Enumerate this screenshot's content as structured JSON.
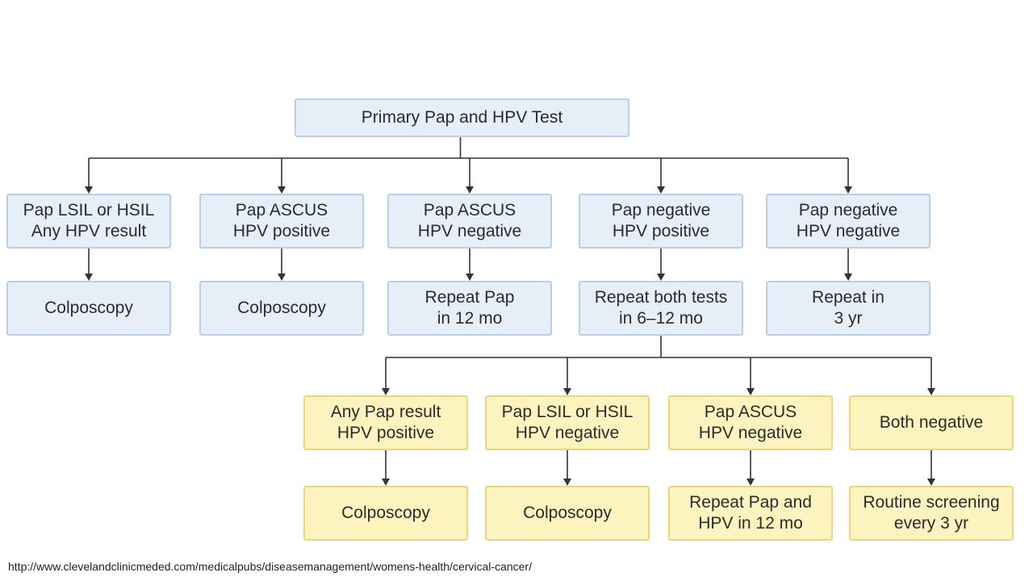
{
  "diagram": {
    "root": {
      "lines": [
        "Primary Pap and HPV Test"
      ]
    },
    "level1": [
      {
        "lines": [
          "Pap LSIL or HSIL",
          "Any HPV result"
        ],
        "next": [
          "Colposcopy"
        ]
      },
      {
        "lines": [
          "Pap ASCUS",
          "HPV positive"
        ],
        "next": [
          "Colposcopy"
        ]
      },
      {
        "lines": [
          "Pap ASCUS",
          "HPV negative"
        ],
        "next": [
          "Repeat Pap",
          "in 12 mo"
        ]
      },
      {
        "lines": [
          "Pap negative",
          "HPV positive"
        ],
        "next": [
          "Repeat both tests",
          "in 6–12 mo"
        ]
      },
      {
        "lines": [
          "Pap negative",
          "HPV negative"
        ],
        "next": [
          "Repeat in",
          "3 yr"
        ]
      }
    ],
    "level3": [
      {
        "lines": [
          "Any Pap result",
          "HPV positive"
        ],
        "next": [
          "Colposcopy"
        ]
      },
      {
        "lines": [
          "Pap LSIL or HSIL",
          "HPV negative"
        ],
        "next": [
          "Colposcopy"
        ]
      },
      {
        "lines": [
          "Pap ASCUS",
          "HPV negative"
        ],
        "next": [
          "Repeat Pap and",
          "HPV in 12 mo"
        ]
      },
      {
        "lines": [
          "Both negative"
        ],
        "next": [
          "Routine screening",
          "every 3 yr"
        ]
      }
    ],
    "colors": {
      "blue_fill": "#e6eef8",
      "blue_border": "#b9cfe6",
      "yellow_fill": "#fdf3bf",
      "yellow_border": "#ecd67a",
      "line": "#333333"
    }
  },
  "source_url": "http://www.clevelandclinicmeded.com/medicalpubs/diseasemanagement/womens-health/cervical-cancer/"
}
